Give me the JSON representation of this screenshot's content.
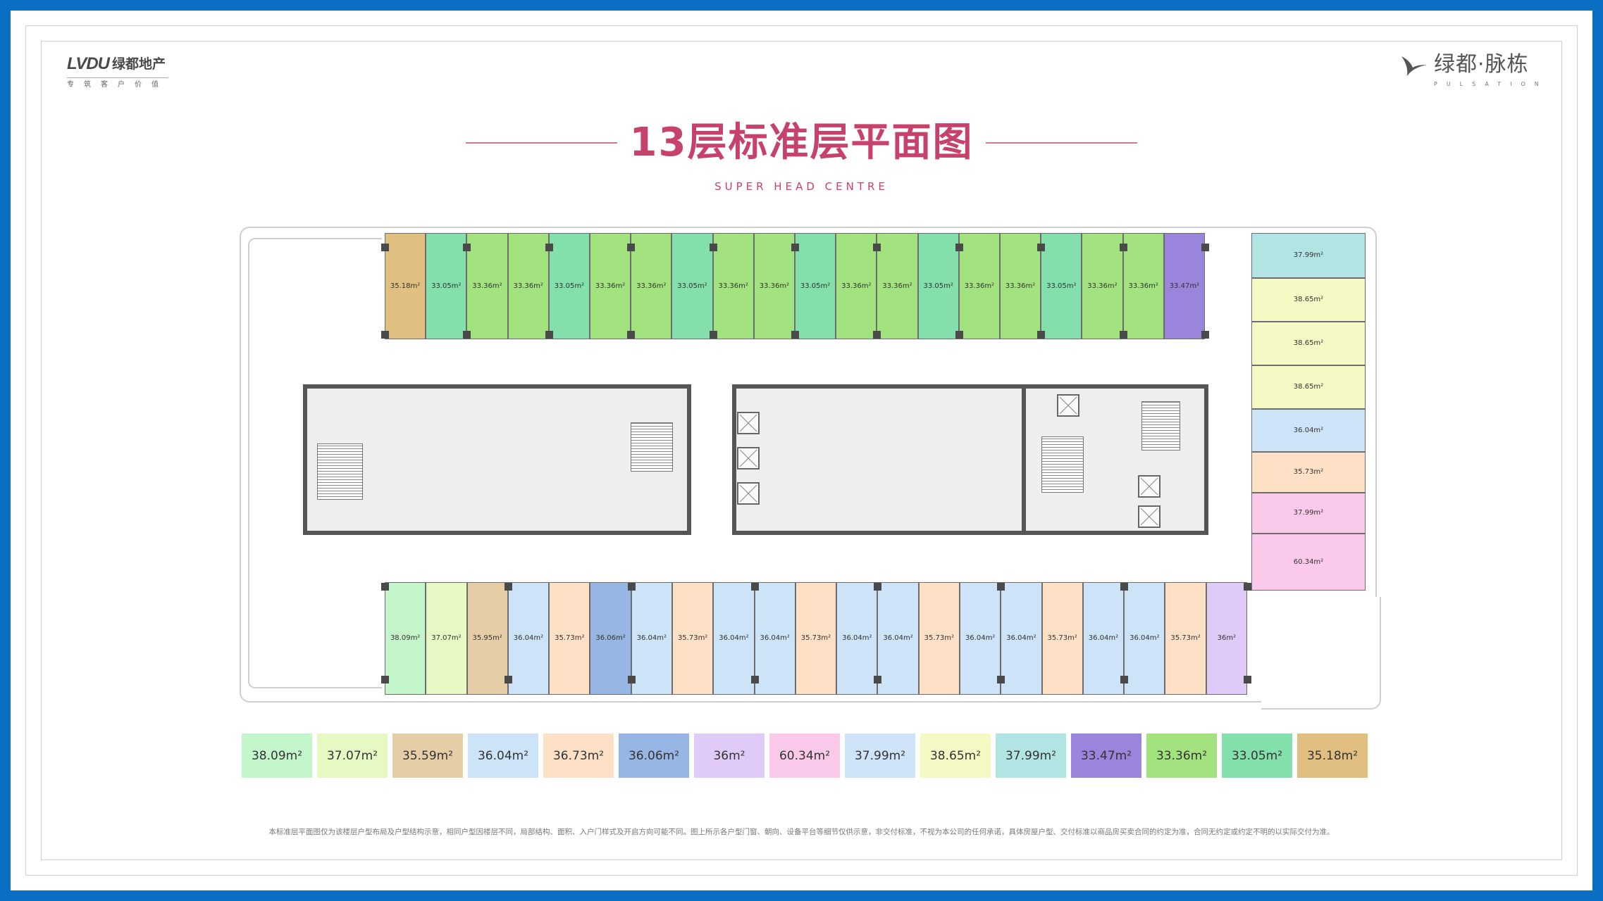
{
  "header": {
    "logo_left": {
      "brand": "LVDU",
      "name": "绿都地产",
      "tagline": "专筑客户价值"
    },
    "logo_right": {
      "name": "绿都·脉栋",
      "english": "PULSATION"
    },
    "title": "13层标准层平面图",
    "subtitle": "SUPER HEAD CENTRE"
  },
  "colors": {
    "c3809": "#c4f6cb",
    "c3707": "#e6f9c2",
    "c3559": "#e5cea6",
    "c3604": "#cde3f8",
    "c3673": "#fde0c6",
    "c3606": "#97b6e3",
    "c36": "#e0cbf8",
    "c6034": "#fbc9ea",
    "c3799b": "#cfe4f8",
    "c3865": "#f5fac5",
    "c3799t": "#b1e5e3",
    "c3347": "#9a84dc",
    "c3336": "#a3e37f",
    "c3305": "#83dfab",
    "c3518": "#e1bf81"
  },
  "plan": {
    "top_row": [
      {
        "area": "35.18m²",
        "color": "c3518"
      },
      {
        "area": "33.05m²",
        "color": "c3305"
      },
      {
        "area": "33.36m²",
        "color": "c3336"
      },
      {
        "area": "33.36m²",
        "color": "c3336"
      },
      {
        "area": "33.05m²",
        "color": "c3305"
      },
      {
        "area": "33.36m²",
        "color": "c3336"
      },
      {
        "area": "33.36m²",
        "color": "c3336"
      },
      {
        "area": "33.05m²",
        "color": "c3305"
      },
      {
        "area": "33.36m²",
        "color": "c3336"
      },
      {
        "area": "33.36m²",
        "color": "c3336"
      },
      {
        "area": "33.05m²",
        "color": "c3305"
      },
      {
        "area": "33.36m²",
        "color": "c3336"
      },
      {
        "area": "33.36m²",
        "color": "c3336"
      },
      {
        "area": "33.05m²",
        "color": "c3305"
      },
      {
        "area": "33.36m²",
        "color": "c3336"
      },
      {
        "area": "33.36m²",
        "color": "c3336"
      },
      {
        "area": "33.05m²",
        "color": "c3305"
      },
      {
        "area": "33.36m²",
        "color": "c3336"
      },
      {
        "area": "33.36m²",
        "color": "c3336"
      },
      {
        "area": "33.47m²",
        "color": "c3347"
      }
    ],
    "bottom_row": [
      {
        "area": "38.09m²",
        "color": "c3809"
      },
      {
        "area": "37.07m²",
        "color": "c3707"
      },
      {
        "area": "35.95m²",
        "color": "c3559"
      },
      {
        "area": "36.04m²",
        "color": "c3604"
      },
      {
        "area": "35.73m²",
        "color": "c3673"
      },
      {
        "area": "36.06m²",
        "color": "c3606"
      },
      {
        "area": "36.04m²",
        "color": "c3604"
      },
      {
        "area": "35.73m²",
        "color": "c3673"
      },
      {
        "area": "36.04m²",
        "color": "c3604"
      },
      {
        "area": "36.04m²",
        "color": "c3604"
      },
      {
        "area": "35.73m²",
        "color": "c3673"
      },
      {
        "area": "36.04m²",
        "color": "c3604"
      },
      {
        "area": "36.04m²",
        "color": "c3604"
      },
      {
        "area": "35.73m²",
        "color": "c3673"
      },
      {
        "area": "36.04m²",
        "color": "c3604"
      },
      {
        "area": "36.04m²",
        "color": "c3604"
      },
      {
        "area": "35.73m²",
        "color": "c3673"
      },
      {
        "area": "36.04m²",
        "color": "c3604"
      },
      {
        "area": "36.04m²",
        "color": "c3604"
      },
      {
        "area": "35.73m²",
        "color": "c3673"
      },
      {
        "area": "36m²",
        "color": "c36"
      }
    ],
    "right_column": [
      {
        "area": "37.99m²",
        "color": "c3799t"
      },
      {
        "area": "38.65m²",
        "color": "c3865"
      },
      {
        "area": "38.65m²",
        "color": "c3865"
      },
      {
        "area": "38.65m²",
        "color": "c3865"
      },
      {
        "area": "36.04m²",
        "color": "c3604"
      },
      {
        "area": "35.73m²",
        "color": "c3673"
      },
      {
        "area": "37.99m²",
        "color": "c6034"
      },
      {
        "area": "60.34m²",
        "color": "c6034"
      }
    ]
  },
  "legend": [
    {
      "area": "38.09m²",
      "color": "c3809"
    },
    {
      "area": "37.07m²",
      "color": "c3707"
    },
    {
      "area": "35.59m²",
      "color": "c3559"
    },
    {
      "area": "36.04m²",
      "color": "c3604"
    },
    {
      "area": "36.73m²",
      "color": "c3673"
    },
    {
      "area": "36.06m²",
      "color": "c3606"
    },
    {
      "area": "36m²",
      "color": "c36"
    },
    {
      "area": "60.34m²",
      "color": "c6034"
    },
    {
      "area": "37.99m²",
      "color": "c3799b"
    },
    {
      "area": "38.65m²",
      "color": "c3865"
    },
    {
      "area": "37.99m²",
      "color": "c3799t"
    },
    {
      "area": "33.47m²",
      "color": "c3347"
    },
    {
      "area": "33.36m²",
      "color": "c3336"
    },
    {
      "area": "33.05m²",
      "color": "c3305"
    },
    {
      "area": "35.18m²",
      "color": "c3518"
    }
  ],
  "disclaimer": "本标准层平面图仅为该楼层户型布局及户型结构示意，相同户型因楼层不同，局部结构、面积、入户门样式及开启方向可能不同。图上所示各户型门窗、朝向、设备平台等细节仅供示意，非交付标准，不视为本公司的任何承诺，具体房屋户型、交付标准以商品房买卖合同的约定为准，合同无约定或约定不明的以实际交付为准。"
}
